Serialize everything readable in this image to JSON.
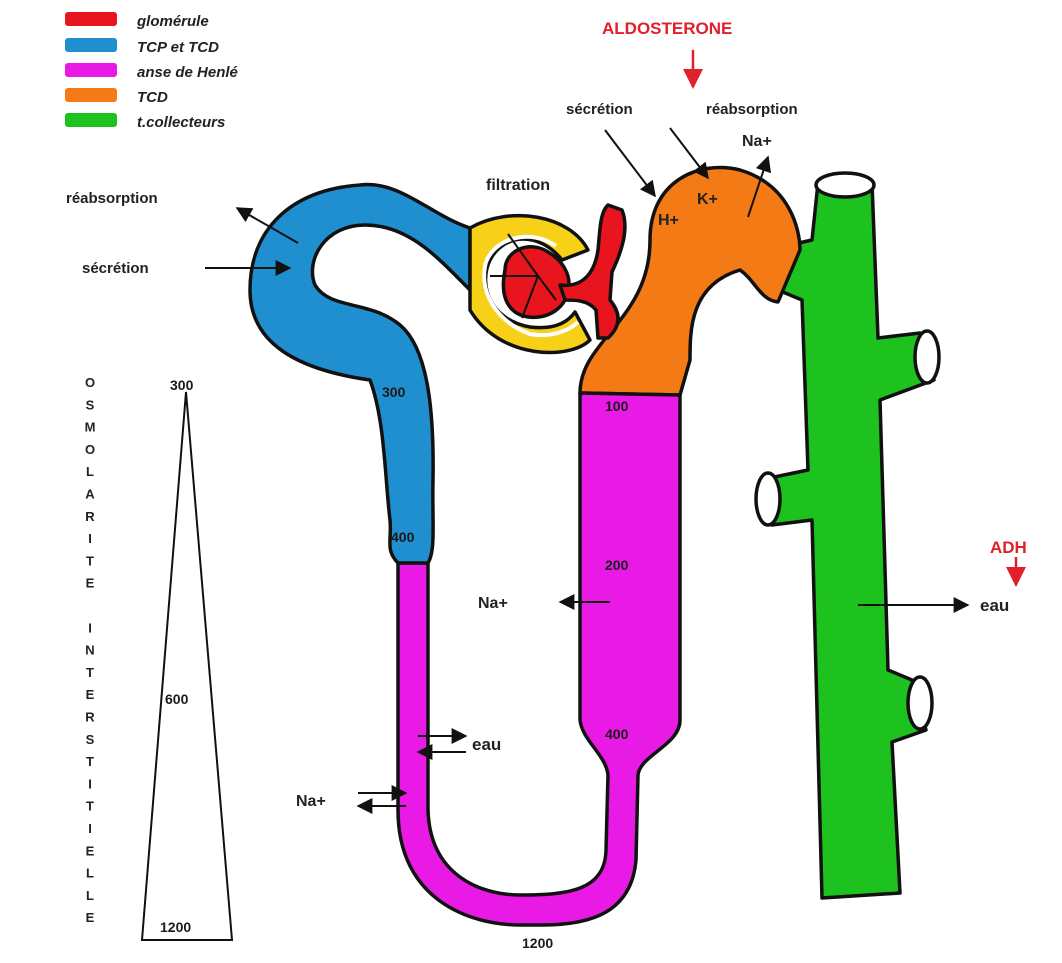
{
  "legend": [
    {
      "label": "glomérule",
      "color": "#e8141e"
    },
    {
      "label": "TCP et TCD",
      "color": "#1f8fd0"
    },
    {
      "label": "anse de Henlé",
      "color": "#ea1ae6"
    },
    {
      "label": "TCD",
      "color": "#f47a16"
    },
    {
      "label": "t.collecteurs",
      "color": "#1ec21e"
    }
  ],
  "hormones": {
    "aldosterone": "ALDOSTERONE",
    "adh": "ADH",
    "color": "#e0202a"
  },
  "labels": {
    "filtration": "filtration",
    "reabsorption_left": "réabsorption",
    "secretion_left": "sécrétion",
    "secretion_top": "sécrétion",
    "reabsorption_top": "réabsorption",
    "na_top": "Na+",
    "k_plus": "K+",
    "h_plus": "H+",
    "na_ascending": "Na+",
    "na_descending": "Na+",
    "eau_descending": "eau",
    "eau_collector": "eau"
  },
  "osmolarity": {
    "vertical_label": "OSMOLARITE INTERSTITIELLE",
    "triangle": [
      "300",
      "600",
      "1200"
    ],
    "nephron": {
      "tcp_300": "300",
      "tcp_400": "400",
      "asc_100": "100",
      "asc_200": "200",
      "asc_400": "400",
      "bottom_1200": "1200"
    }
  },
  "colors": {
    "glomerule": "#e8141e",
    "capsule": "#f7d117",
    "tcp": "#1f8fd0",
    "henle": "#ea1ae6",
    "tcd": "#f47a16",
    "collecteur": "#1ec21e"
  }
}
